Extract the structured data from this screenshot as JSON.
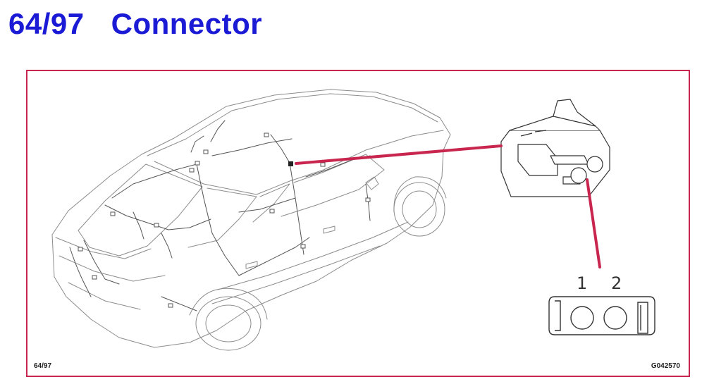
{
  "header": {
    "number": "64/97",
    "name": "Connector"
  },
  "frame": {
    "page_ref": "64/97",
    "figure_id": "G042570"
  },
  "connector": {
    "pins": [
      "1",
      "2"
    ]
  },
  "colors": {
    "title": "#1b1bd6",
    "frame": "#c8264e",
    "callout": "#c8264e",
    "line": "#7a7a7a"
  },
  "icons": [
    "car-wiring-illustration",
    "connector-housing-3d",
    "connector-face-2pin"
  ]
}
